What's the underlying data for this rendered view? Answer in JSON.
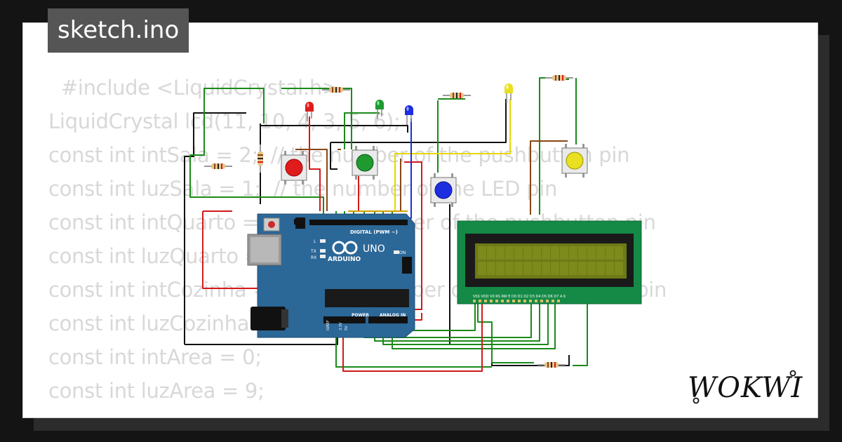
{
  "header": {
    "file_name": "sketch.ino"
  },
  "code_lines": [
    "  #include <LiquidCrystal.h>",
    "LiquidCrystal lcd(11, 10, 4, 3, 5, 6);",
    "",
    "const int intSala = 2;  // the number of the pushbutton pin",
    "const int luzSala = 1;  // the number of the LED pin",
    "const int intQuarto = 4;  // the number of the pushbutton pin",
    "const int luzQuarto = 7;",
    "const int intCozinha = 5;  // the number of the pushbutton pin",
    "const int luzCozinha = 8;",
    "const int intArea = 0;",
    "const int luzArea = 9;"
  ],
  "board": {
    "brand": "ARDUINO",
    "model": "UNO",
    "digital_label": "DIGITAL (PWM ~)",
    "power_label": "POWER",
    "analog_label": "ANALOG IN",
    "on_label": "ON",
    "tx_label": "TX",
    "rx_label": "RX",
    "l_label": "L",
    "ioref_label": "IOREF",
    "v33_label": "3.3V",
    "v5_label": "5V"
  },
  "lcd": {
    "pin_labels": "VSS VDD V0 RS RW E D0 D1 D2 D3 D4 D5 D6 D7 A K"
  },
  "logo": {
    "text": "WOKWI"
  },
  "colors": {
    "background": "#141414",
    "card": "#ffffff",
    "code_text": "#d8d8d8",
    "title_bg": "#555555",
    "board": "#2b6797",
    "lcd_frame": "#148a46",
    "lcd_screen": "#6d7a16",
    "led_red": "#e01b1b",
    "led_green": "#1e9a2e",
    "led_blue": "#1c2ee0",
    "led_yellow": "#e8e020"
  }
}
